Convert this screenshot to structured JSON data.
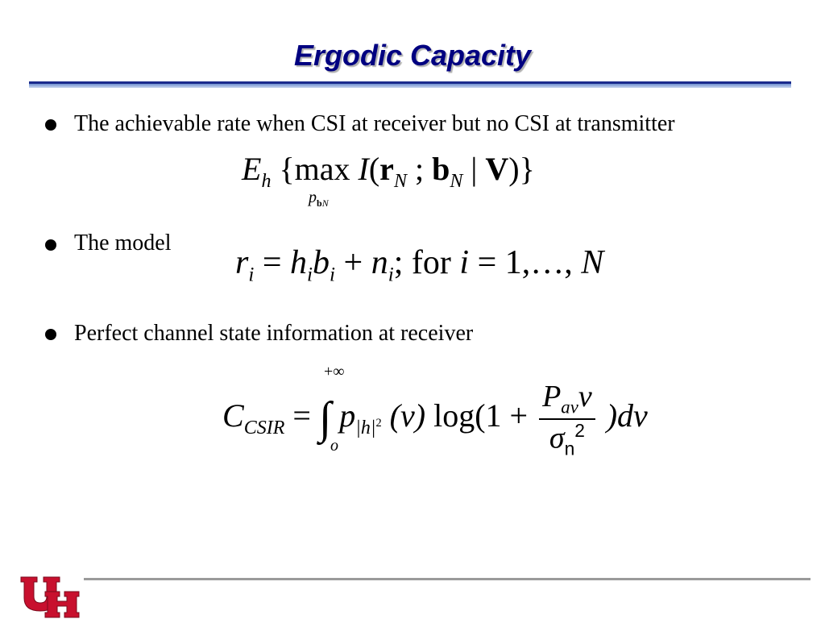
{
  "slide": {
    "title": "Ergodic Capacity",
    "bullets": [
      {
        "text": "The achievable rate when CSI at receiver but no CSI at transmitter"
      },
      {
        "text": "The model"
      },
      {
        "text": "Perfect channel state information at receiver"
      }
    ],
    "equations": {
      "eq1": {
        "E": "E",
        "E_sub": "h",
        "open": "{max",
        "I": "I",
        "paren_open": "(",
        "r": "r",
        "r_sub": "N",
        "semi": ";",
        "b": "b",
        "b_sub": "N",
        "bar": "|",
        "V": "V",
        "close": ")}",
        "under": "p",
        "under_b": "b",
        "under_N": "N"
      },
      "eq2": {
        "r": "r",
        "r_sub": "i",
        "eq": "=",
        "h": "h",
        "h_sub": "i",
        "b": "b",
        "b_sub": "i",
        "plus": "+",
        "n": "n",
        "n_sub": "i",
        "for": "; for",
        "i": "i",
        "eq2": "=",
        "range": "1,…,",
        "N": "N"
      },
      "eq3": {
        "C": "C",
        "C_sub": "CSIR",
        "eq": "=",
        "integral": "∫",
        "upper": "+∞",
        "lower": "o",
        "p": "p",
        "p_sub": "|h|",
        "p_sub_sup": "2",
        "arg": "(v)",
        "log": "log(1 +",
        "num_P": "P",
        "num_P_sub": "av",
        "num_v": "v",
        "den_sigma": "σ",
        "den_sub": "n",
        "den_sup": "2",
        "end": ")dv"
      }
    },
    "colors": {
      "title": "#000080",
      "logo_red": "#c8102e",
      "rule": "#1a2a8c"
    },
    "logo_icon": "university-of-houston-interlocking-UH-logo"
  }
}
